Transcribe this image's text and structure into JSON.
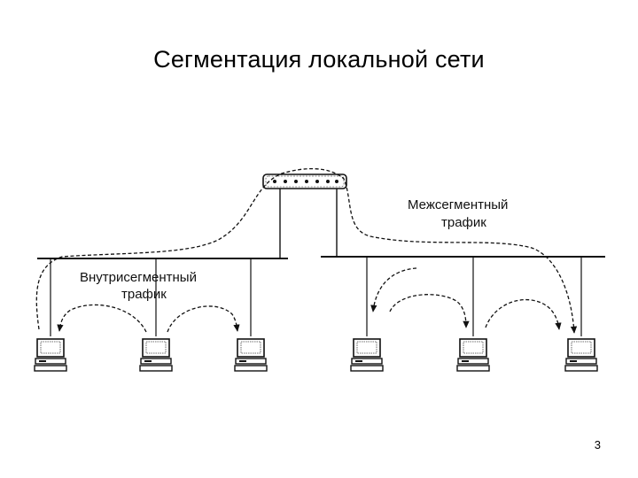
{
  "slide": {
    "title": "Сегментация локальной сети",
    "page_number": "3"
  },
  "diagram": {
    "labels": {
      "intra_line1": "Внутрисегментный",
      "intra_line2": "трафик",
      "inter_line1": "Межсегментный",
      "inter_line2": "трафик"
    },
    "segments": [
      {
        "id": "left",
        "computers": 3
      },
      {
        "id": "right",
        "computers": 3
      }
    ],
    "device": "bridge-icon"
  }
}
